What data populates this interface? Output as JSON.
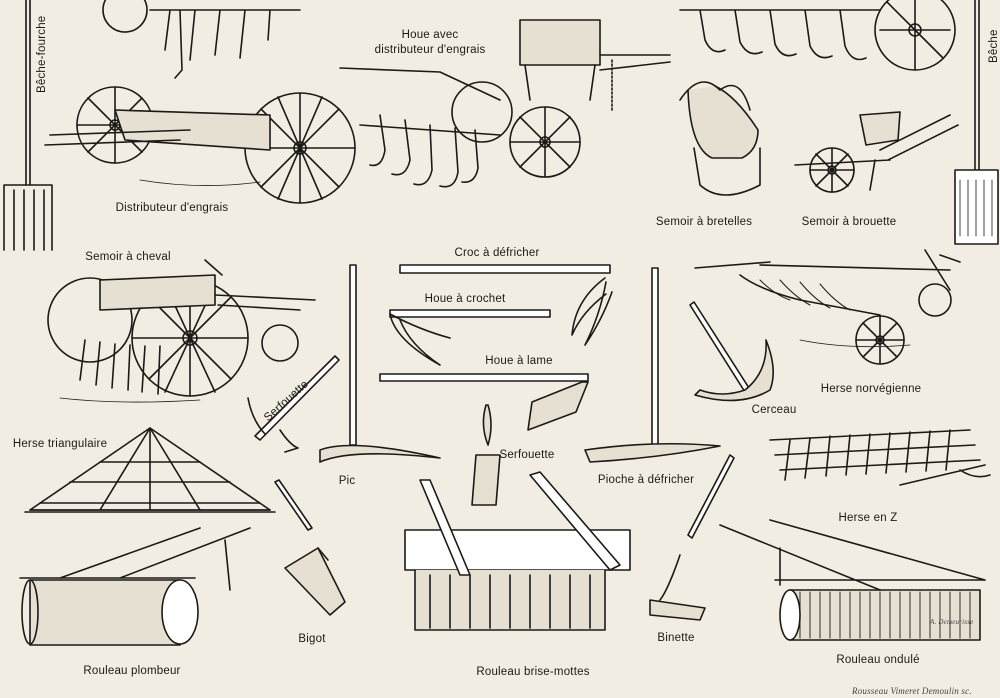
{
  "plate": {
    "ink": "#1c1a16",
    "paper": "#f1ede2",
    "labels": {
      "beche_fourche": "Bêche-fourche",
      "beche": "Bêche",
      "houe_distributeur": "Houe avec\ndistributeur d'engrais",
      "distributeur": "Distributeur d'engrais",
      "semoir_bretelles": "Semoir à bretelles",
      "semoir_brouette": "Semoir à brouette",
      "semoir_cheval": "Semoir à cheval",
      "croc": "Croc à défricher",
      "houe_crochet": "Houe à crochet",
      "houe_lame": "Houe à lame",
      "herse_norvegienne": "Herse norvégienne",
      "cerceau": "Cerceau",
      "serfouette_1": "Serfouette",
      "serfouette_2": "Serfouette",
      "herse_triangulaire": "Herse triangulaire",
      "pic": "Pic",
      "pioche": "Pioche à défricher",
      "herse_z": "Herse en Z",
      "bigot": "Bigot",
      "binette": "Binette",
      "rouleau_plombeur": "Rouleau plombeur",
      "rouleau_brise": "Rouleau brise-mottes",
      "rouleau_ondule": "Rouleau ondulé"
    },
    "credits": {
      "engraver": "Rousseau Vimeret Demoulin sc.",
      "signature": "A. Demeurisse"
    }
  }
}
